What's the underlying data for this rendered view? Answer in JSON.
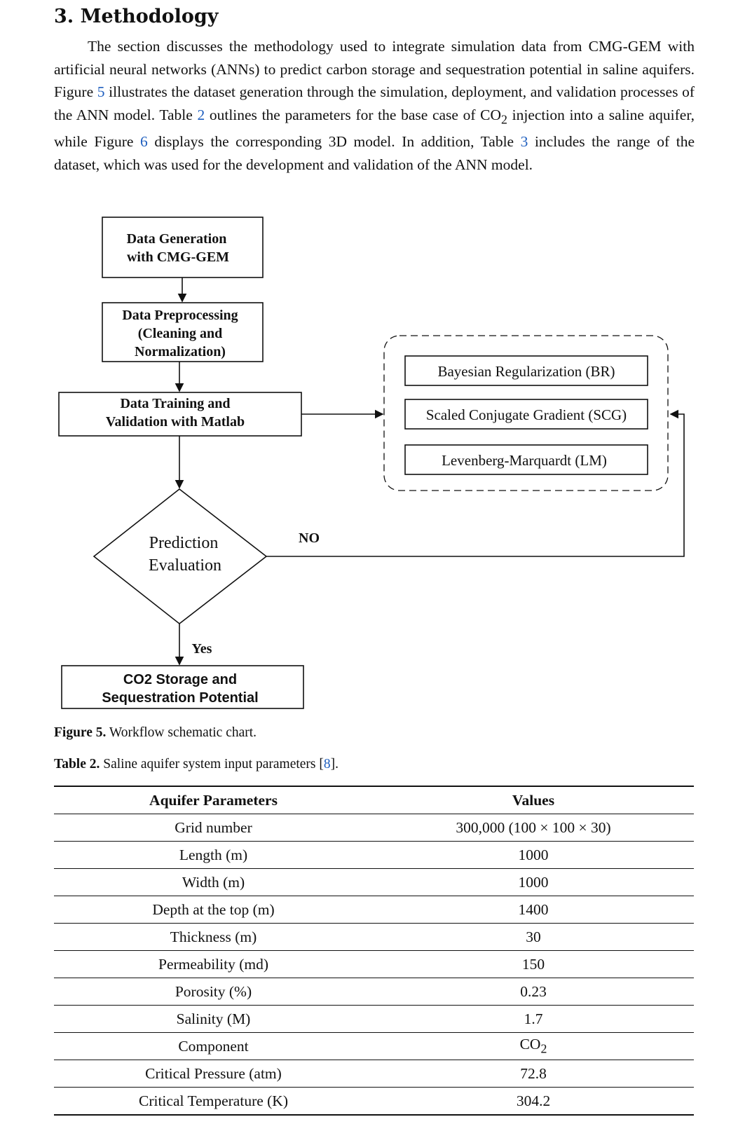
{
  "section": {
    "heading": "3. Methodology"
  },
  "paragraph": {
    "t1": "The section discusses the methodology used to integrate simulation data from CMG-GEM with artificial neural networks (ANNs) to predict carbon storage and sequestration potential in saline aquifers. Figure ",
    "ref_fig5": "5",
    "t2": " illustrates the dataset generation through the simulation, deployment, and validation processes of the ANN model. Table ",
    "ref_tab2": "2",
    "t3": " outlines the parameters for the base case of CO",
    "co2_sub": "2",
    "t4": " injection into a saline aquifer, while Figure ",
    "ref_fig6": "6",
    "t5": " displays the corresponding 3D model. In addition, Table ",
    "ref_tab3": "3",
    "t6": " includes the range of the dataset, which was used for the development and validation of the ANN model."
  },
  "flowchart": {
    "box1": [
      "Data Generation",
      "with CMG-GEM"
    ],
    "box2": [
      "Data Preprocessing",
      "(Cleaning and",
      "Normalization)"
    ],
    "box3": [
      "Data Training and",
      "Validation with Matlab"
    ],
    "diamond": [
      "Prediction",
      "Evaluation"
    ],
    "no_label": "NO",
    "yes_label": "Yes",
    "final": [
      "CO2 Storage and",
      "Sequestration Potential"
    ],
    "algorithms": [
      "Bayesian Regularization (BR)",
      "Scaled Conjugate Gradient (SCG)",
      "Levenberg-Marquardt (LM)"
    ]
  },
  "figure_caption": {
    "label": "Figure 5.",
    "text": " Workflow schematic chart."
  },
  "table_caption": {
    "label": "Table 2.",
    "text": " Saline aquifer system input parameters [",
    "ref": "8",
    "end": "]."
  },
  "table": {
    "headers": [
      "Aquifer Parameters",
      "Values"
    ],
    "rows": [
      [
        "Grid number",
        "300,000 (100 × 100 × 30)"
      ],
      [
        "Length (m)",
        "1000"
      ],
      [
        "Width (m)",
        "1000"
      ],
      [
        "Depth at the top (m)",
        "1400"
      ],
      [
        "Thickness (m)",
        "30"
      ],
      [
        "Permeability (md)",
        "150"
      ],
      [
        "Porosity (%)",
        "0.23"
      ],
      [
        "Salinity (M)",
        "1.7"
      ],
      [
        "Component",
        "CO",
        "2"
      ],
      [
        "Critical Pressure (atm)",
        "72.8"
      ],
      [
        "Critical Temperature (K)",
        "304.2"
      ]
    ]
  }
}
